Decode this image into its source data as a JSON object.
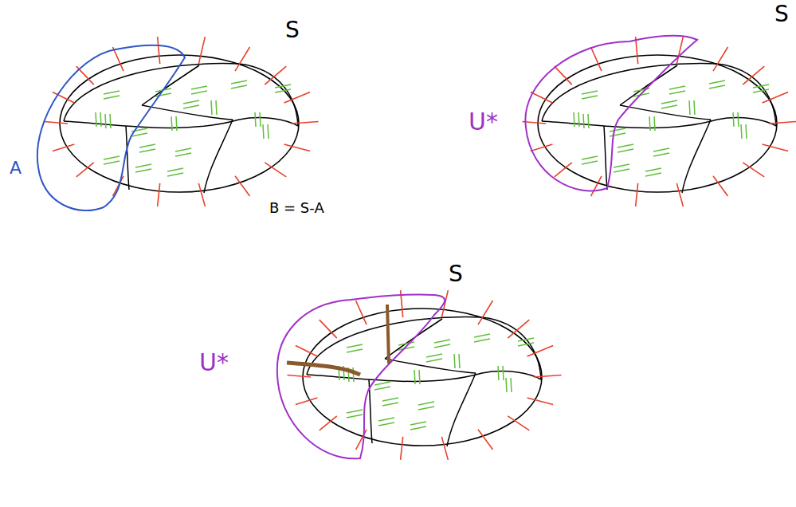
{
  "diagram": {
    "labels": [
      "S",
      "A",
      "B = S-A",
      "U*",
      "S",
      "S",
      "U*"
    ]
  }
}
